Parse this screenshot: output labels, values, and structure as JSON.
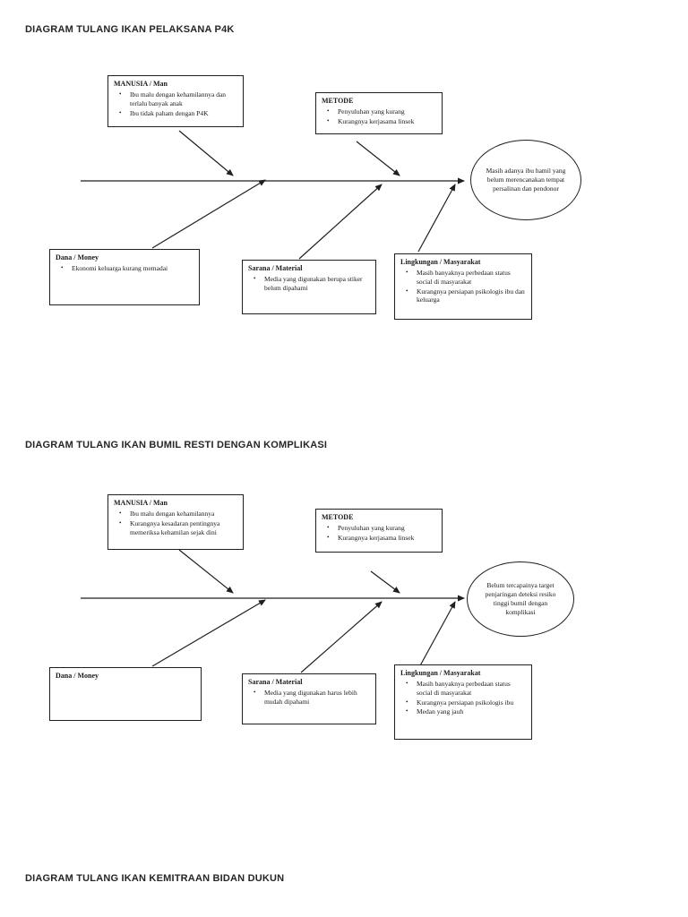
{
  "diagram1": {
    "title": "DIAGRAM TULANG IKAN PELAKSANA P4K",
    "effect": "Masih adanya ibu hamil yang belum merencanakan tempat persalinan dan pendonor",
    "causes": {
      "manusia": {
        "label": "MANUSIA / Man",
        "items": [
          "Ibu malu dengan kehamilannya dan terlalu banyak anak",
          "Ibu tidak paham dengan P4K"
        ]
      },
      "metode": {
        "label": "METODE",
        "items": [
          "Penyuluhan yang kurang",
          "Kurangnya kerjasama linsek"
        ]
      },
      "dana": {
        "label": "Dana / Money",
        "items": [
          "Ekonomi keluarga kurang memadai"
        ]
      },
      "sarana": {
        "label": "Sarana / Material",
        "items": [
          "Media yang digunakan berupa stiker belum dipahami"
        ]
      },
      "lingkungan": {
        "label": "Lingkungan / Masyarakat",
        "items": [
          "Masih banyaknya perbedaan status social di masyarakat",
          "Kurangnya persiapan psikologis ibu dan keluarga"
        ]
      }
    }
  },
  "diagram2": {
    "title": "DIAGRAM TULANG IKAN BUMIL RESTI DENGAN KOMPLIKASI",
    "effect": "Belum tercapainya target penjaringan deteksi resiko tinggi bumil dengan komplikasi",
    "causes": {
      "manusia": {
        "label": "MANUSIA / Man",
        "items": [
          "Ibu malu dengan kehamilannya",
          "Kurangnya kesadaran pentingnya memeriksa kehamilan sejak dini"
        ]
      },
      "metode": {
        "label": "METODE",
        "items": [
          "Penyuluhan yang kurang",
          "Kurangnya kerjasama linsek"
        ]
      },
      "dana": {
        "label": "Dana / Money",
        "items": []
      },
      "sarana": {
        "label": "Sarana / Material",
        "items": [
          "Media yang digunakan harus lebih mudah dipahami"
        ]
      },
      "lingkungan": {
        "label": "Lingkungan / Masyarakat",
        "items": [
          "Masih banyaknya perbedaan status social di masyarakat",
          "Kurangnya persiapan psikologis ibu",
          "Medan yang jauh"
        ]
      }
    }
  },
  "diagram3": {
    "title": "DIAGRAM TULANG IKAN KEMITRAAN BIDAN DUKUN"
  },
  "bullet_glyph": "•",
  "line_color": "#1f1f1f"
}
